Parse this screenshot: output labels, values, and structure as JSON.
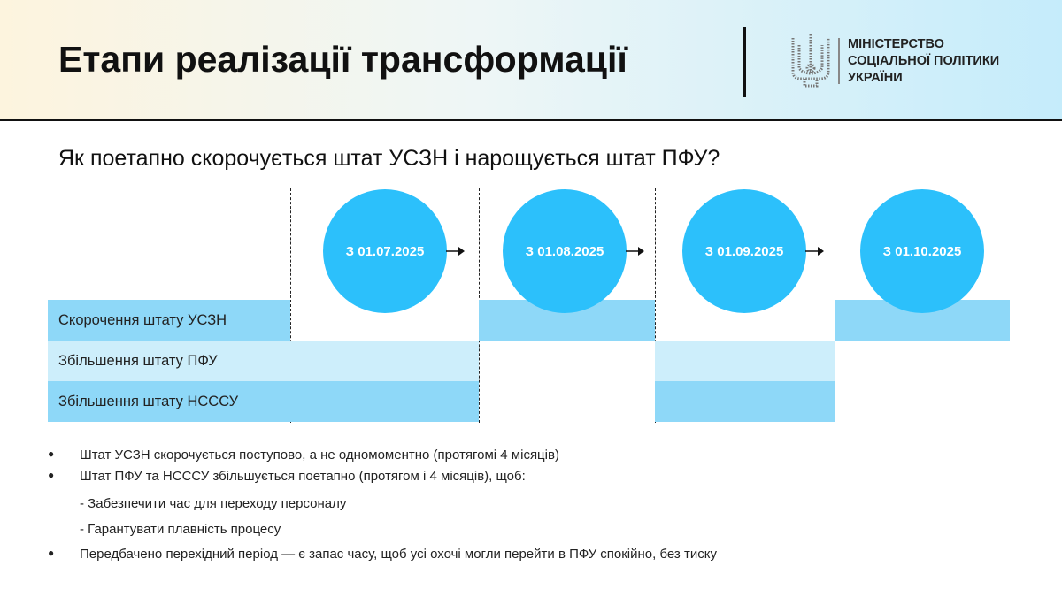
{
  "header": {
    "title": "Етапи реалізації трансформації",
    "ministry": [
      "МІНІСТЕРСТВО",
      "СОЦІАЛЬНОЇ ПОЛІТИКИ",
      "УКРАЇНИ"
    ]
  },
  "subtitle": "Як поетапно скорочується штат УСЗН і нарощується штат ПФУ?",
  "stages": [
    "З 01.07.2025",
    "З 01.08.2025",
    "З 01.09.2025",
    "З 01.10.2025"
  ],
  "rows": [
    {
      "label": "Скорочення штату УСЗН",
      "active_stages": [
        2,
        4
      ]
    },
    {
      "label": "Збільшення штату ПФУ",
      "active_stages": [
        1,
        3
      ]
    },
    {
      "label": "Збільшення штату НСССУ",
      "active_stages": [
        1,
        3
      ]
    }
  ],
  "colors": {
    "circle": "#2cc0fb",
    "dark": "#8ed8f8",
    "light": "#cdeefb"
  },
  "bullets": [
    "Штат УСЗН скорочується поступово, а не одномоментно (протягомі 4 місяців)",
    "Штат ПФУ та НСССУ  збільшується поетапно (протягом і 4 місяців), щоб:",
    "- Забезпечити час для переходу персоналу",
    "- Гарантувати плавність процесу",
    "Передбачено перехідний період — є запас часу, щоб усі охочі могли перейти в ПФУ спокійно, без тиску"
  ]
}
